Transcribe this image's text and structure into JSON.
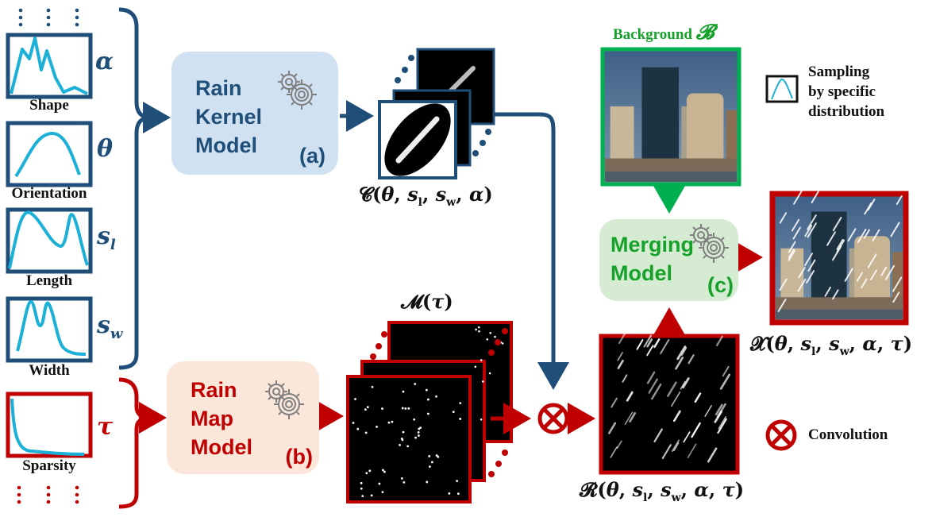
{
  "colors": {
    "blue": "#1f4e79",
    "red": "#c00000",
    "green": "#00b050",
    "curve": "#1ab0d8",
    "kernel_box_bg": "#d0e1f1",
    "map_box_bg": "#fbe7da",
    "merge_box_bg": "#d6ecd2",
    "green_text": "#16a12a"
  },
  "distributions": [
    {
      "label": "Shape",
      "symbol": "α",
      "sub": "",
      "group": "kernel"
    },
    {
      "label": "Orientation",
      "symbol": "θ",
      "sub": "",
      "group": "kernel"
    },
    {
      "label": "Length",
      "symbol": "s",
      "sub": "l",
      "group": "kernel"
    },
    {
      "label": "Width",
      "symbol": "s",
      "sub": "w",
      "group": "kernel"
    },
    {
      "label": "Sparsity",
      "symbol": "τ",
      "sub": "",
      "group": "map"
    }
  ],
  "models": {
    "kernel": {
      "lines": [
        "Rain",
        "Kernel",
        "Model"
      ],
      "tag": "(a)",
      "icon": "gears-icon"
    },
    "map": {
      "lines": [
        "Rain",
        "Map",
        "Model"
      ],
      "tag": "(b)",
      "icon": "gears-icon"
    },
    "merge": {
      "lines": [
        "Merging",
        "Model"
      ],
      "tag": "(c)",
      "icon": "gears-icon"
    }
  },
  "outputs": {
    "kernel_label": {
      "prefix": "𝓒",
      "args": "(θ, s_l, s_w, α)"
    },
    "map_label": {
      "prefix": "𝓜",
      "args": "(τ)"
    },
    "rain_label": {
      "prefix": "𝓡",
      "args": "(θ, s_l, s_w, α, τ)"
    },
    "rainy_label": {
      "prefix": "𝓧",
      "args": "(θ, s_l, s_w, α, τ)"
    }
  },
  "background": {
    "label": "Background",
    "symbol": "𝓑"
  },
  "legend": {
    "sampling": [
      "Sampling",
      "by specific",
      "distribution"
    ],
    "convolution": "Convolution"
  }
}
